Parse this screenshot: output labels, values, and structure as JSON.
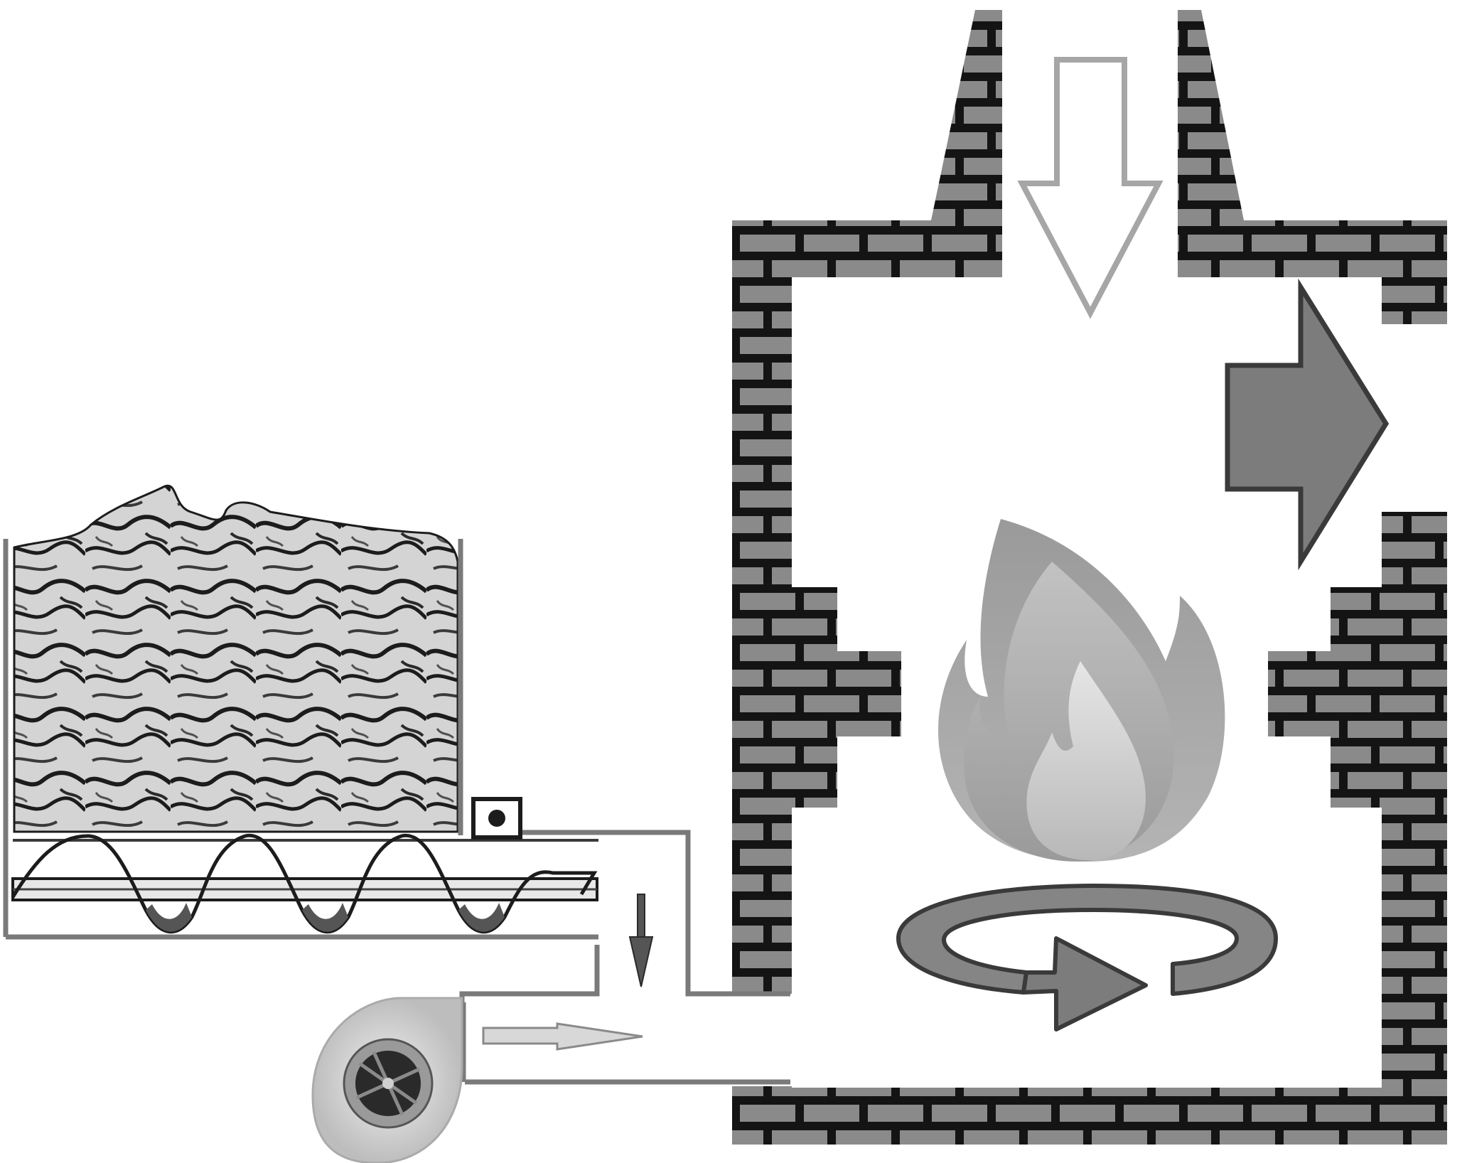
{
  "colors": {
    "background": "#ffffff",
    "brick": "#8a8a8a",
    "mortar": "#141414",
    "duct_outline": "#7a7a7a",
    "outline": "#3a3a3a",
    "air_arrow": "#a6a6a6",
    "heat_arrow": "#7c7c7c",
    "swirl": "#858585",
    "flame_outer": "#a8a8a8",
    "flame_middle": "#c4c4c4",
    "flame_inner": "#dedede",
    "fuel_dark": "#1c1c1c",
    "fuel_light": "#d4d4d4"
  },
  "components": [
    {
      "id": "fuel-hopper",
      "icon": "hopper-icon"
    },
    {
      "id": "auger",
      "icon": "screw-conveyor-icon"
    },
    {
      "id": "feed-motor",
      "icon": "motor-icon"
    },
    {
      "id": "blower-fan",
      "icon": "centrifugal-fan-icon"
    },
    {
      "id": "feed-duct",
      "icon": "duct-icon"
    },
    {
      "id": "furnace",
      "icon": "brick-furnace-icon"
    },
    {
      "id": "flame",
      "icon": "flame-icon"
    },
    {
      "id": "swirl",
      "icon": "rotation-arrow-icon"
    },
    {
      "id": "air-intake",
      "icon": "down-arrow-outline-icon"
    },
    {
      "id": "heat-output",
      "icon": "right-arrow-filled-icon"
    },
    {
      "id": "fuel-drop",
      "icon": "down-arrow-icon"
    },
    {
      "id": "air-flow",
      "icon": "right-arrow-outline-icon"
    }
  ]
}
